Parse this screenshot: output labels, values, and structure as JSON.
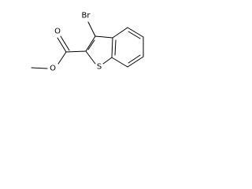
{
  "molecule": {
    "atoms": {
      "bromine": "Br",
      "sulfur": "S",
      "carbonyl_oxygen": "O",
      "ester_oxygen": "O"
    }
  }
}
